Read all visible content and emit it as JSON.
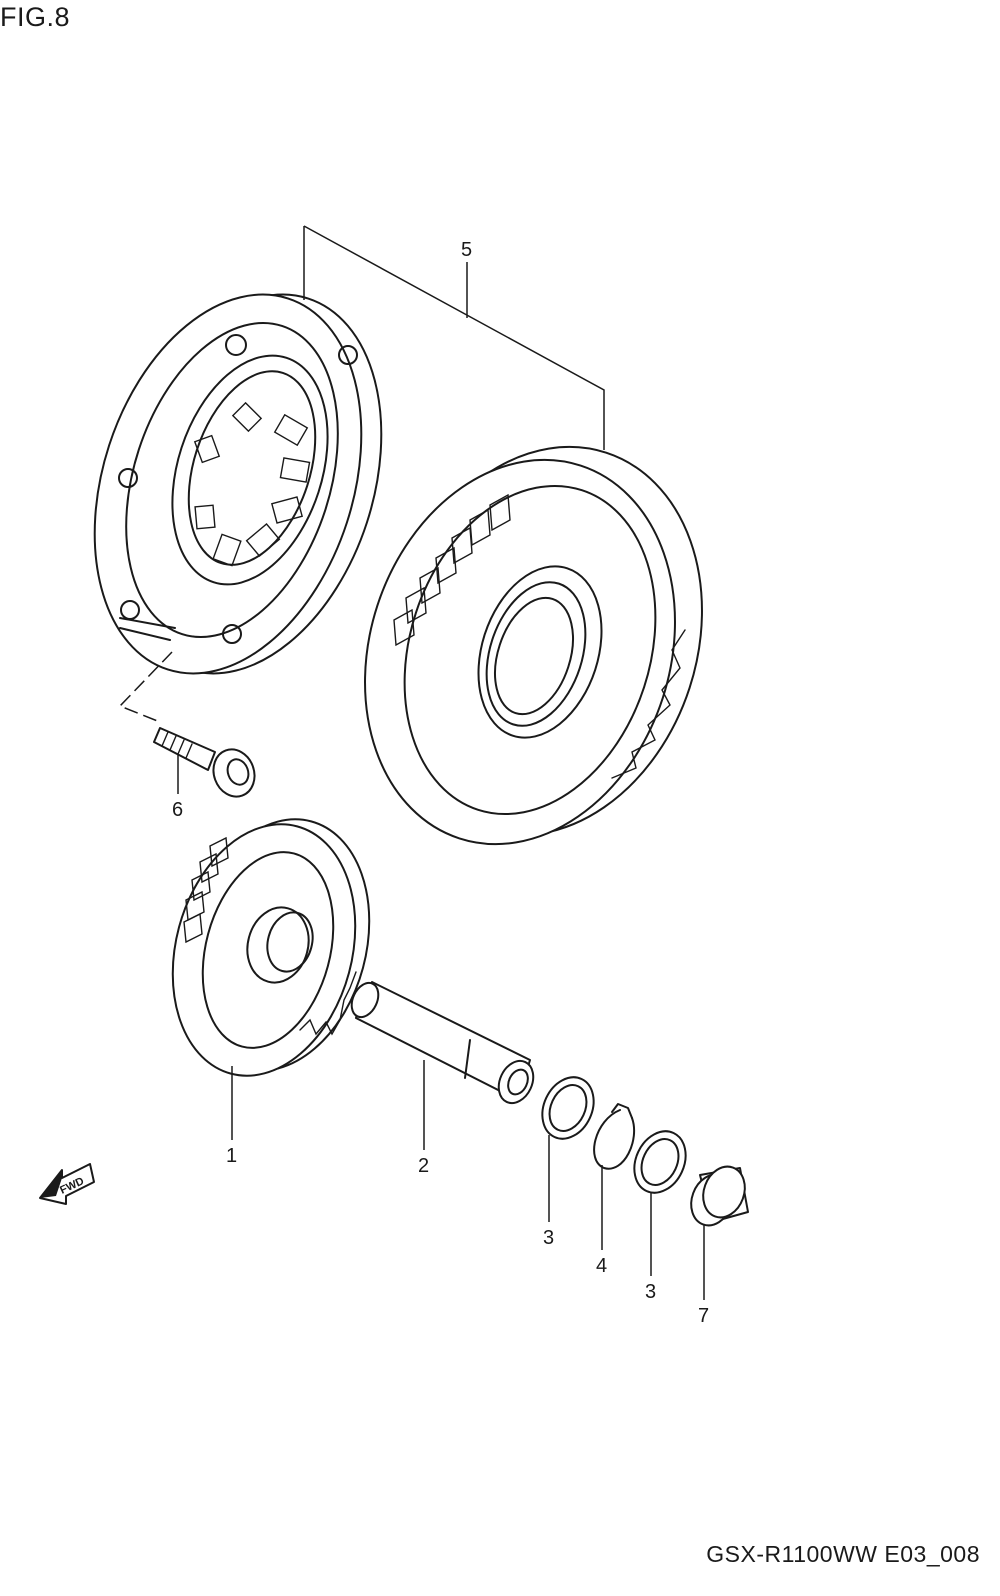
{
  "figure": {
    "title": "FIG.8",
    "code": "GSX-R1100WW  E03_008"
  },
  "callouts": {
    "c1": "1",
    "c2": "2",
    "c3a": "3",
    "c4": "4",
    "c3b": "3",
    "c5": "5",
    "c6": "6",
    "c7": "7"
  },
  "arrow": {
    "label": "FWD",
    "icon": "fwd-arrow-icon"
  }
}
